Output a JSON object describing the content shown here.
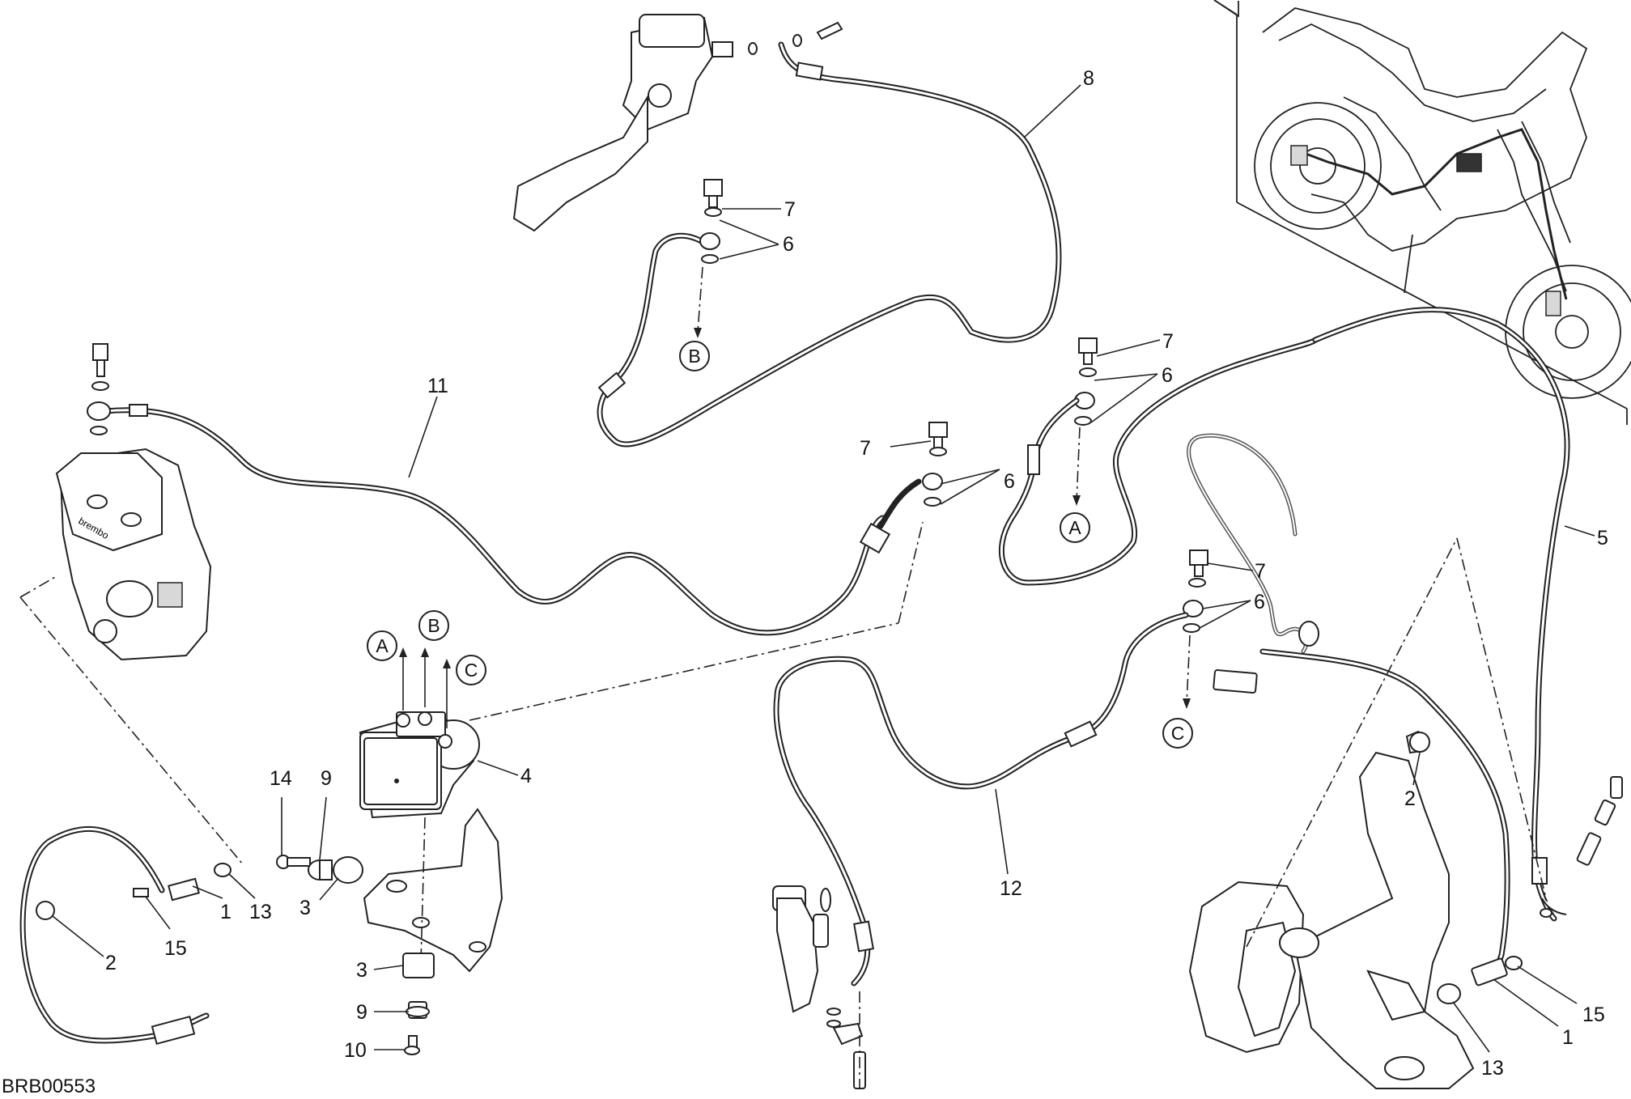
{
  "drawing_code": "BRB00553",
  "reference_letters": [
    "A",
    "B",
    "C"
  ],
  "part_labels": [
    "1",
    "2",
    "3",
    "4",
    "5",
    "6",
    "7",
    "8",
    "9",
    "10",
    "11",
    "12",
    "13",
    "14",
    "15"
  ],
  "caliper_brand": "brembo"
}
